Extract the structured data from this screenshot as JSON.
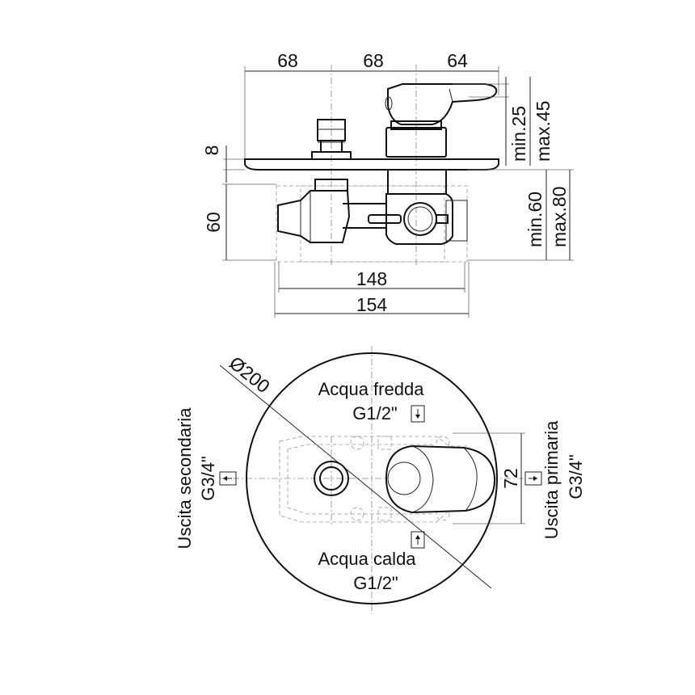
{
  "top_view": {
    "dim_top": [
      "68",
      "68",
      "64"
    ],
    "dim_plate": "8",
    "dim_depth": "60",
    "dim_lever_min": "min.25",
    "dim_lever_max": "max.45",
    "dim_body_min": "min.60",
    "dim_body_max": "max.80",
    "dim_inner_width": "148",
    "dim_outer_width": "154"
  },
  "front_view": {
    "diameter": "Ø200",
    "cold_label": "Acqua fredda",
    "cold_size": "G1/2\"",
    "hot_label": "Acqua calda",
    "hot_size": "G1/2\"",
    "secondary_label": "Uscita secondaria",
    "secondary_size": "G3/4\"",
    "primary_label": "Uscita primaria",
    "primary_size": "G3/4\"",
    "dim_height": "72"
  },
  "icons": {
    "flow_in": "arrow-down-icon",
    "flow_out": "arrow-left-icon"
  }
}
